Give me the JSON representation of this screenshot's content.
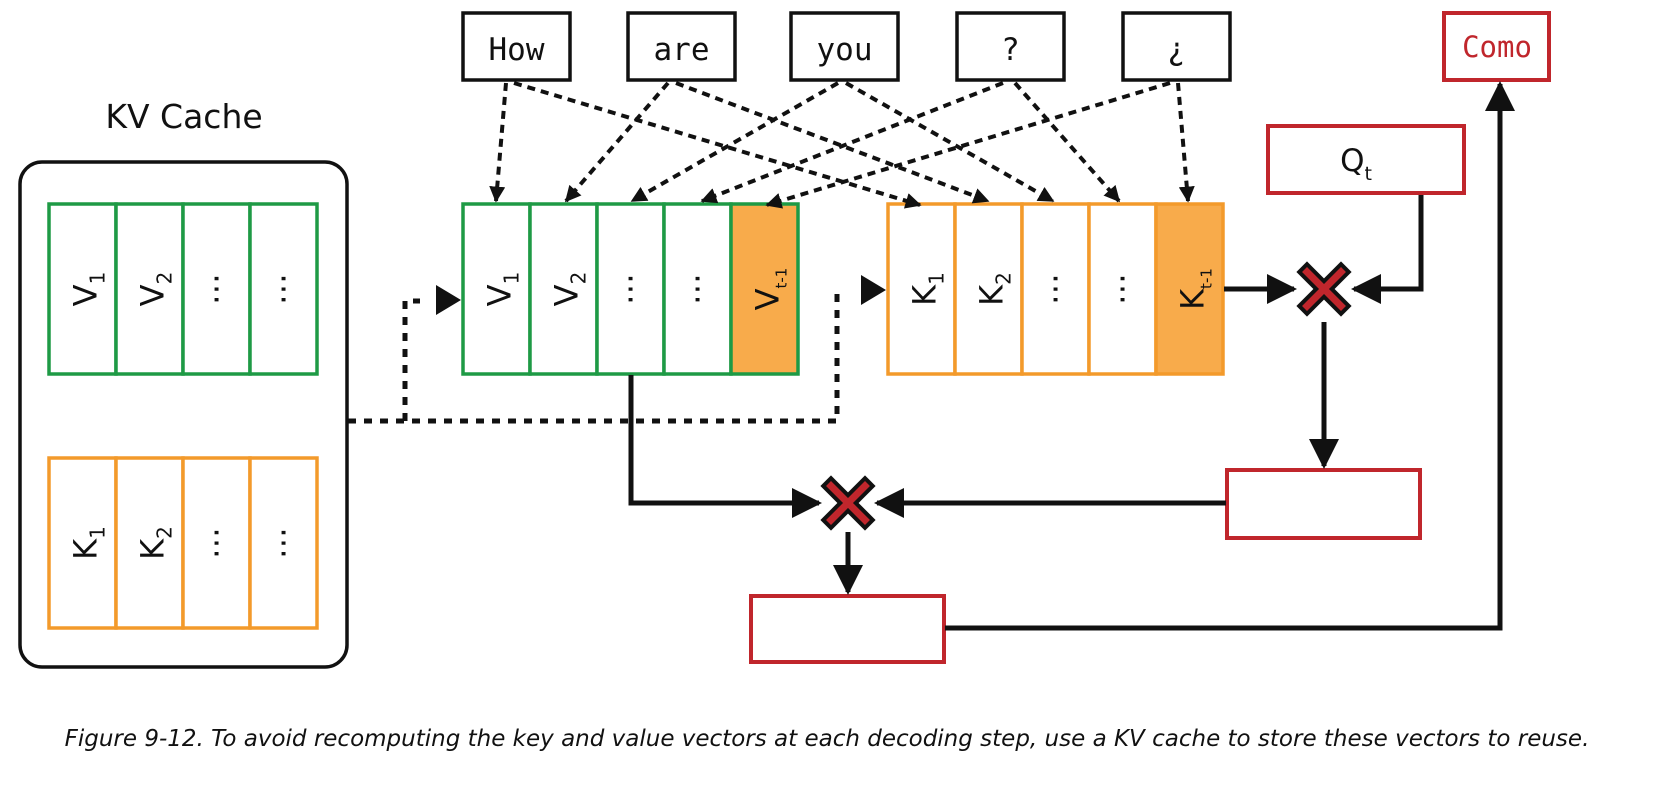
{
  "cache": {
    "title": "KV Cache"
  },
  "tokens": [
    "How",
    "are",
    "you",
    "?",
    "¿"
  ],
  "output_token": "Como",
  "query": {
    "label": "Q",
    "subscript": "t"
  },
  "cache_v_cells": [
    {
      "label": "V",
      "sub": "1"
    },
    {
      "label": "V",
      "sub": "2"
    },
    {
      "label": "⋯",
      "sub": ""
    },
    {
      "label": "⋯",
      "sub": ""
    }
  ],
  "cache_k_cells": [
    {
      "label": "K",
      "sub": "1"
    },
    {
      "label": "K",
      "sub": "2"
    },
    {
      "label": "⋯",
      "sub": ""
    },
    {
      "label": "⋯",
      "sub": ""
    }
  ],
  "v_cells": [
    {
      "label": "V",
      "sub": "1"
    },
    {
      "label": "V",
      "sub": "2"
    },
    {
      "label": "⋯",
      "sub": ""
    },
    {
      "label": "⋯",
      "sub": ""
    },
    {
      "label": "V",
      "sub": "t-1"
    }
  ],
  "k_cells": [
    {
      "label": "K",
      "sub": "1"
    },
    {
      "label": "K",
      "sub": "2"
    },
    {
      "label": "⋯",
      "sub": ""
    },
    {
      "label": "⋯",
      "sub": ""
    },
    {
      "label": "K",
      "sub": "t-1"
    }
  ],
  "colors": {
    "green": "#1e9a45",
    "orange": "#f39a2b",
    "orange_fill": "#f8ab4b",
    "red": "#c0262c",
    "black": "#111111"
  },
  "caption": "Figure 9-12. To avoid recomputing the key and value vectors at each decoding step, use a KV cache to store these vectors to reuse."
}
